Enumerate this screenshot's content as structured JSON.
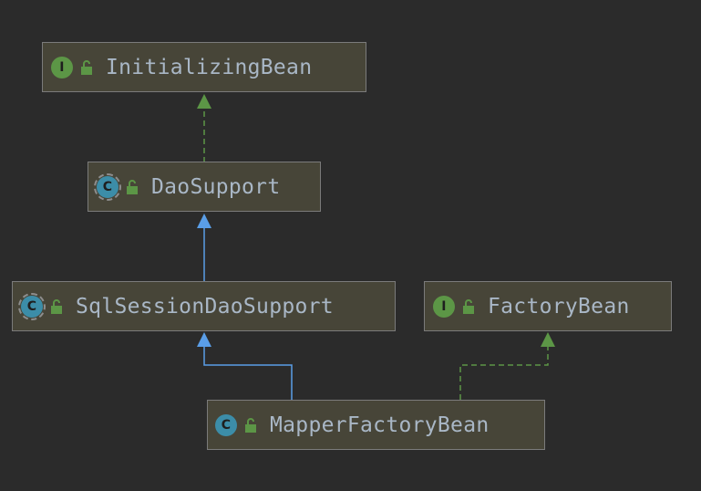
{
  "nodes": {
    "initializing_bean": {
      "name": "InitializingBean",
      "kind": "interface",
      "kind_letter": "I",
      "icon": "unlocked-icon"
    },
    "dao_support": {
      "name": "DaoSupport",
      "kind": "abstract-class",
      "kind_letter": "C",
      "icon": "unlocked-icon"
    },
    "sql_session_dao_support": {
      "name": "SqlSessionDaoSupport",
      "kind": "abstract-class",
      "kind_letter": "C",
      "icon": "unlocked-icon"
    },
    "factory_bean": {
      "name": "FactoryBean",
      "kind": "interface",
      "kind_letter": "I",
      "icon": "unlocked-icon"
    },
    "mapper_factory_bean": {
      "name": "MapperFactoryBean",
      "kind": "class",
      "kind_letter": "C",
      "icon": "unlocked-icon"
    }
  },
  "edges": [
    {
      "from": "DaoSupport",
      "to": "InitializingBean",
      "relation": "implements"
    },
    {
      "from": "SqlSessionDaoSupport",
      "to": "DaoSupport",
      "relation": "extends"
    },
    {
      "from": "MapperFactoryBean",
      "to": "SqlSessionDaoSupport",
      "relation": "extends"
    },
    {
      "from": "MapperFactoryBean",
      "to": "FactoryBean",
      "relation": "implements"
    }
  ],
  "colors": {
    "background": "#2b2b2b",
    "node_fill": "#474538",
    "node_border": "#7b7b7b",
    "text": "#a9b7c6",
    "interface_badge": "#5c9646",
    "class_badge": "#3c8da8",
    "extends_arrow": "#5a9ee8",
    "implements_arrow": "#5c9646",
    "lock_icon": "#5c9646"
  }
}
